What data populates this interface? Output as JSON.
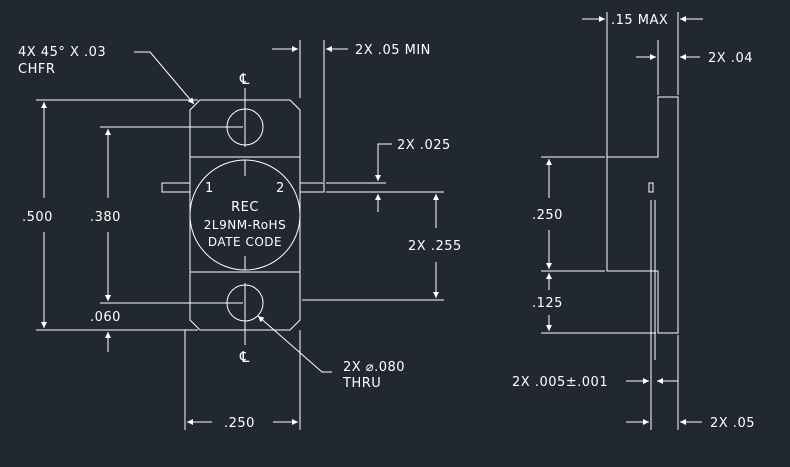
{
  "colors": {
    "background": "#212830",
    "linework": "#ffffff"
  },
  "labels": {
    "rec": "REC",
    "part_number": "2L9NM-RoHS",
    "date_code": "DATE CODE",
    "pin1": "1",
    "pin2": "2",
    "centerline_symbol": "℄",
    "chamfer_line1": "4X 45° X .03",
    "chamfer_line2": "CHFR",
    "lead_min": "2X .05 MIN",
    "lead_width": "2X .025",
    "lead_spacing": "2X .255",
    "overall_height": ".500",
    "hole_spacing": ".380",
    "edge_to_hole": ".060",
    "body_width": ".250",
    "hole_line1": "2X ⌀.080",
    "hole_line2": "THRU",
    "max_thickness": ".15 MAX",
    "flange_tab": "2X .04",
    "side_250": ".250",
    "side_125": ".125",
    "lead_thickness": "2X .005±.001",
    "tab_width": "2X .05"
  }
}
